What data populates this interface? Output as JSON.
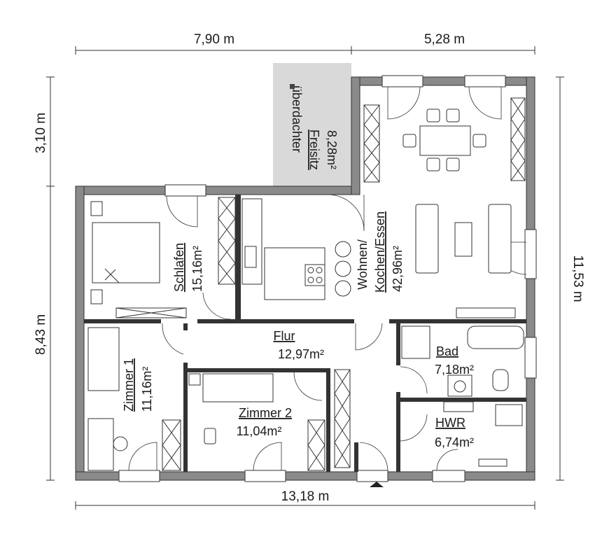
{
  "dimensions": {
    "top_left": "7,90 m",
    "top_right": "5,28 m",
    "bottom": "13,18 m",
    "left_upper": "3,10 m",
    "left_lower": "8,43 m",
    "right": "11,53 m"
  },
  "rooms": {
    "terrace": {
      "line1": "überdachter",
      "line2": "Freisitz",
      "area": "8,28m²"
    },
    "living": {
      "line1": "Wohnen/",
      "line2": "Kochen/Essen",
      "area": "42,96m²"
    },
    "bedroom": {
      "name": "Schlafen",
      "area": "15,16m²"
    },
    "hall": {
      "name": "Flur",
      "area": "12,97m²"
    },
    "room1": {
      "name": "Zimmer 1",
      "area": "11,16m²"
    },
    "room2": {
      "name": "Zimmer 2",
      "area": "11,04m²"
    },
    "bath": {
      "name": "Bad",
      "area": "7,18m²"
    },
    "utility": {
      "name": "HWR",
      "area": "6,74m²"
    }
  },
  "colors": {
    "wall_fill": "#8a8a8a",
    "terrace_fill": "#d9d9d9",
    "line": "#333333"
  }
}
